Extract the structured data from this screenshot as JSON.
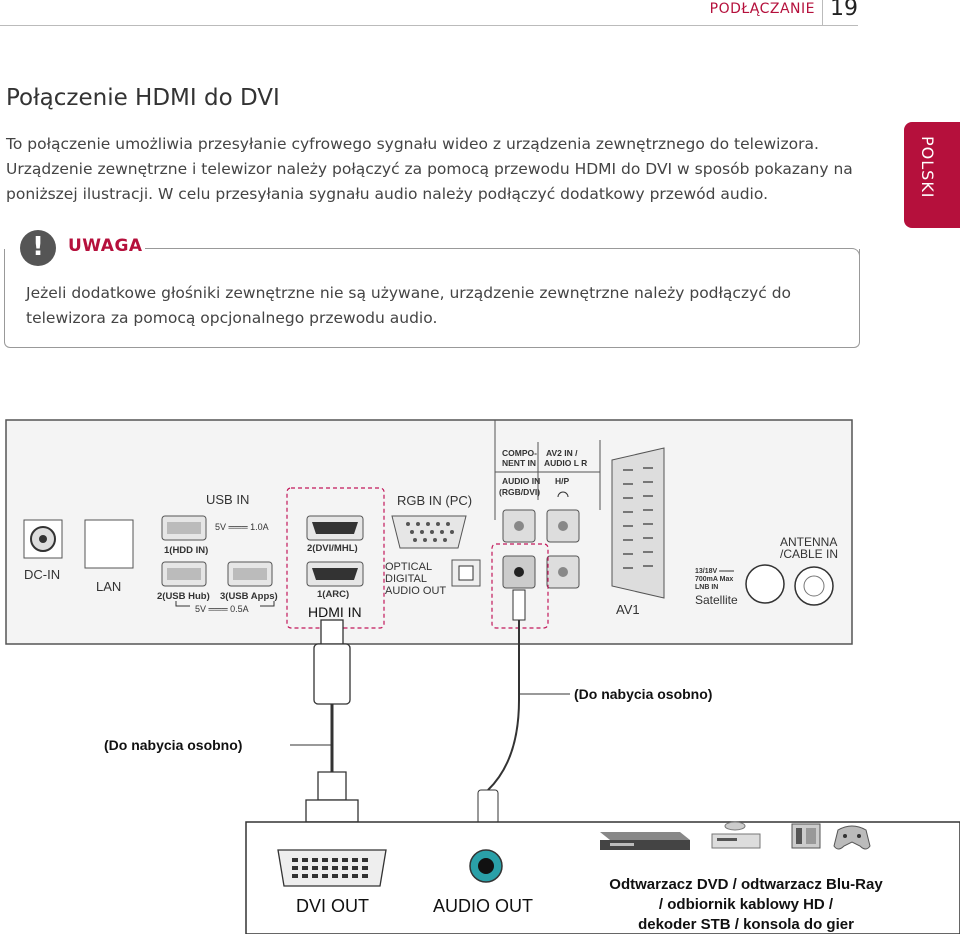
{
  "header": {
    "section": "PODŁĄCZANIE",
    "page_number": "19"
  },
  "title": "Połączenie HDMI do DVI",
  "intro": "To połączenie umożliwia przesyłanie cyfrowego sygnału wideo z urządzenia zewnętrznego do telewizora. Urządzenie zewnętrzne i telewizor należy połączyć za pomocą przewodu HDMI do DVI w sposób pokazany na poniższej ilustracji. W celu przesyłania sygnału audio należy podłączyć dodatkowy przewód audio.",
  "language_tab": "POLSKI",
  "note": {
    "label": "UWAGA",
    "text": "Jeżeli dodatkowe głośniki zewnętrzne nie są używane, urządzenie zewnętrzne należy podłączyć do telewizora za pomocą opcjonalnego przewodu audio."
  },
  "diagram": {
    "dc_in": "DC-IN",
    "lan": "LAN",
    "usb_in": "USB IN",
    "usb_power_top": "5V ═══ 1.0A",
    "usb1": "1(HDD IN)",
    "usb2": "2(USB Hub)",
    "usb3": "3(USB Apps)",
    "usb_power_bottom": "5V ═══ 0.5A",
    "hdmi2": "2(DVI/MHL)",
    "hdmi1": "1(ARC)",
    "hdmi_in": "HDMI IN",
    "rgb_in": "RGB IN (PC)",
    "optical": [
      "OPTICAL",
      "DIGITAL",
      "AUDIO OUT"
    ],
    "component": [
      "COMPO-",
      "NENT IN"
    ],
    "av2": [
      "AV2 IN /",
      "AUDIO L R"
    ],
    "audio_in": [
      "AUDIO IN",
      "(RGB/DVI)"
    ],
    "hp": "H/P",
    "av1": "AV1",
    "lnb": [
      "13/18V ═══",
      "700mA Max",
      "LNB IN"
    ],
    "satellite": "Satellite",
    "antenna": [
      "ANTENNA",
      "/CABLE IN"
    ],
    "sold_separately_right": "(Do nabycia osobno)",
    "sold_separately_left": "(Do nabycia osobno)",
    "dvi_out": "DVI OUT",
    "audio_out": "AUDIO OUT",
    "devices": [
      "Odtwarzacz DVD / odtwarzacz Blu-Ray",
      "/ odbiornik kablowy HD /",
      "dekoder STB / konsola do gier"
    ]
  }
}
